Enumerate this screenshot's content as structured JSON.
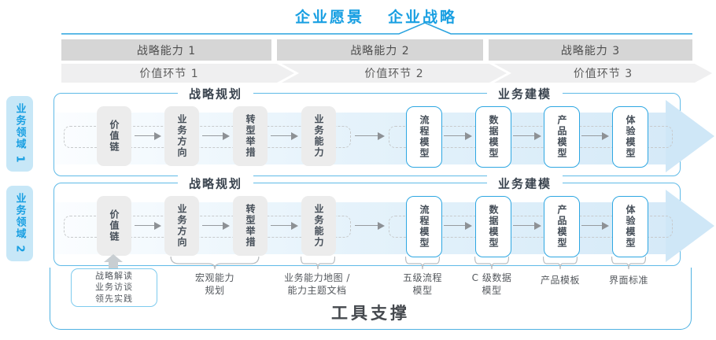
{
  "header": {
    "vision": "企业愿景",
    "strategy": "企业战略"
  },
  "capability_band": [
    "战略能力 1",
    "战略能力 2",
    "战略能力 3"
  ],
  "value_band": [
    "价值环节 1",
    "价值环节 2",
    "价值环节 3"
  ],
  "domains": [
    "业务领域 1",
    "业务领域 2"
  ],
  "rows": [
    {
      "planning_header": "战略规划",
      "modeling_header": "业务建模",
      "boxes": [
        "价值链",
        "业务方向",
        "转型举措",
        "业务能力",
        "流程模型",
        "数据模型",
        "产品模型",
        "体验模型"
      ]
    },
    {
      "planning_header": "战略规划",
      "modeling_header": "业务建模",
      "boxes": [
        "价值链",
        "业务方向",
        "转型举措",
        "业务能力",
        "流程模型",
        "数据模型",
        "产品模型",
        "体验模型"
      ]
    }
  ],
  "annotations": {
    "interview": {
      "lines": [
        "战略解读",
        "业务访谈",
        "领先实践"
      ]
    },
    "labels": [
      {
        "lines": [
          "宏观能力",
          "规划"
        ]
      },
      {
        "lines": [
          "业务能力地图 /",
          "能力主题文档"
        ]
      },
      {
        "lines": [
          "五级流程",
          "模型"
        ]
      },
      {
        "lines": [
          "C 级数据",
          "模型"
        ]
      },
      {
        "lines": [
          "产品模板"
        ]
      },
      {
        "lines": [
          "界面标准"
        ]
      }
    ]
  },
  "tool_support": "工具支撑",
  "colors": {
    "accent_blue": "#189fe2",
    "row_border_blue": "#5fbae7",
    "capability_band_gray": "#d6d6d6",
    "value_band_gray": "#efeff0",
    "box_gray": "#ececec",
    "box_blue_border": "#2ea7e2",
    "band_fill_blue": "#d6eaf8",
    "arrow_gray": "#8d9195",
    "text_dark": "#39434e"
  }
}
